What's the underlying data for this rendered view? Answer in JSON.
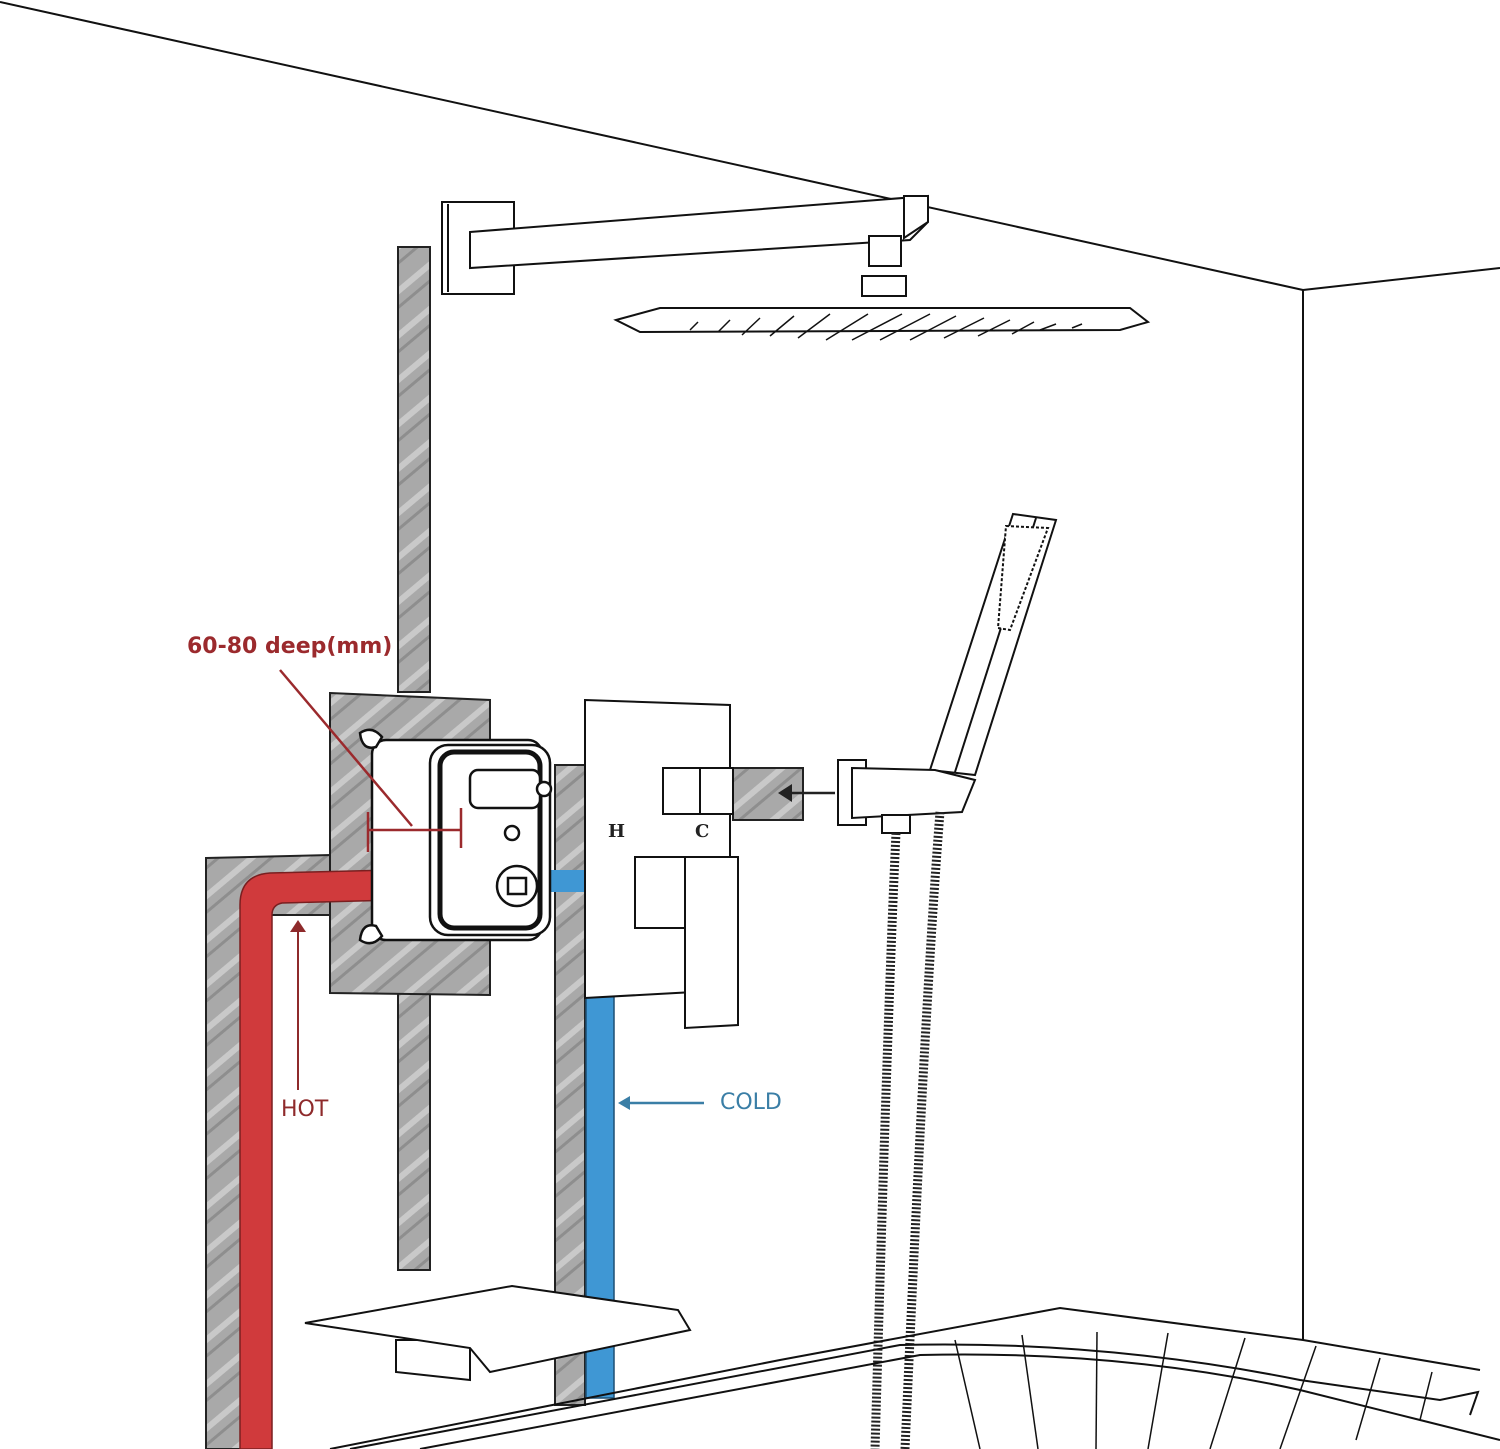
{
  "diagram": {
    "title": "Concealed shower system installation diagram",
    "labels": {
      "depth": "60-80 deep(mm)",
      "hot": "HOT",
      "cold": "COLD",
      "hot_mark": "H",
      "cold_mark": "C"
    },
    "components": [
      {
        "id": "shower-arm",
        "name": "Wall-mounted square shower arm"
      },
      {
        "id": "rain-shower-head",
        "name": "Square rain shower head"
      },
      {
        "id": "rough-in-valve",
        "name": "Concealed rough-in valve body"
      },
      {
        "id": "trim-plate",
        "name": "Valve trim plate with lever handle"
      },
      {
        "id": "hand-shower",
        "name": "Handheld shower wand"
      },
      {
        "id": "wall-bracket",
        "name": "Wall supply elbow / holder bracket"
      },
      {
        "id": "shower-hose",
        "name": "Flexible stainless hose"
      },
      {
        "id": "tub-spout",
        "name": "Waterfall tub spout"
      },
      {
        "id": "bathtub",
        "name": "Bathtub"
      }
    ],
    "colors": {
      "hot_pipe": "#d03a3c",
      "cold_pipe": "#3f97d4",
      "wall_channel": "#a6a6a6",
      "depth_annotation": "#9b2a2d",
      "cold_label": "#3a7ea6",
      "line": "#111111"
    }
  }
}
